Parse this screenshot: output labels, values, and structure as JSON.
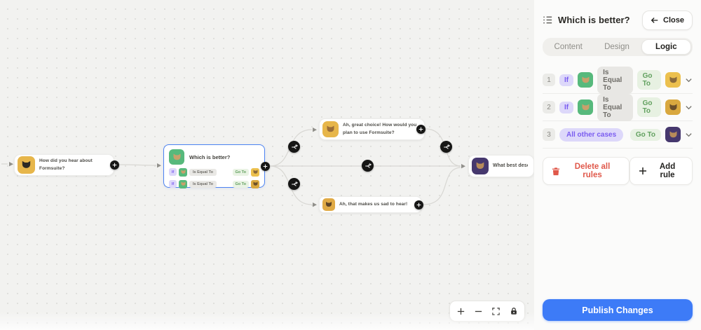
{
  "canvas": {
    "nodes": {
      "start": {
        "text": "How did you hear about Formsuite?"
      },
      "which": {
        "title": "Which is better?",
        "rules": [
          {
            "if": "If",
            "op": "Is Equal To",
            "goto": "Go To"
          },
          {
            "if": "If",
            "op": "Is Equal To",
            "goto": "Go To"
          }
        ]
      },
      "great": {
        "text": "Ah, great choice! How would you plan to use Formsuite?"
      },
      "sad": {
        "text": "Ah, that makes us sad to hear!"
      },
      "what": {
        "text": "What best descr"
      }
    }
  },
  "panel": {
    "title": "Which is better?",
    "close_label": "Close",
    "tabs": [
      {
        "label": "Content",
        "active": false
      },
      {
        "label": "Design",
        "active": false
      },
      {
        "label": "Logic",
        "active": true
      }
    ],
    "rules": [
      {
        "index": "1",
        "condition": "If",
        "operator": "Is Equal To",
        "action": "Go To"
      },
      {
        "index": "2",
        "condition": "If",
        "operator": "Is Equal To",
        "action": "Go To"
      },
      {
        "index": "3",
        "condition": "All other cases",
        "action": "Go To"
      }
    ],
    "delete_all_label": "Delete all rules",
    "add_rule_label": "Add rule",
    "publish_label": "Publish Changes"
  },
  "colors": {
    "publish_blue": "#3d7bf7",
    "selected_node_border": "#4c83f2",
    "goto_green": "#61a05e",
    "condition_purple": "#7a5cf0",
    "delete_red": "#e0584a",
    "thumb_amber": "#e7b64a",
    "thumb_green": "#57b97c",
    "thumb_purple": "#46386e"
  }
}
